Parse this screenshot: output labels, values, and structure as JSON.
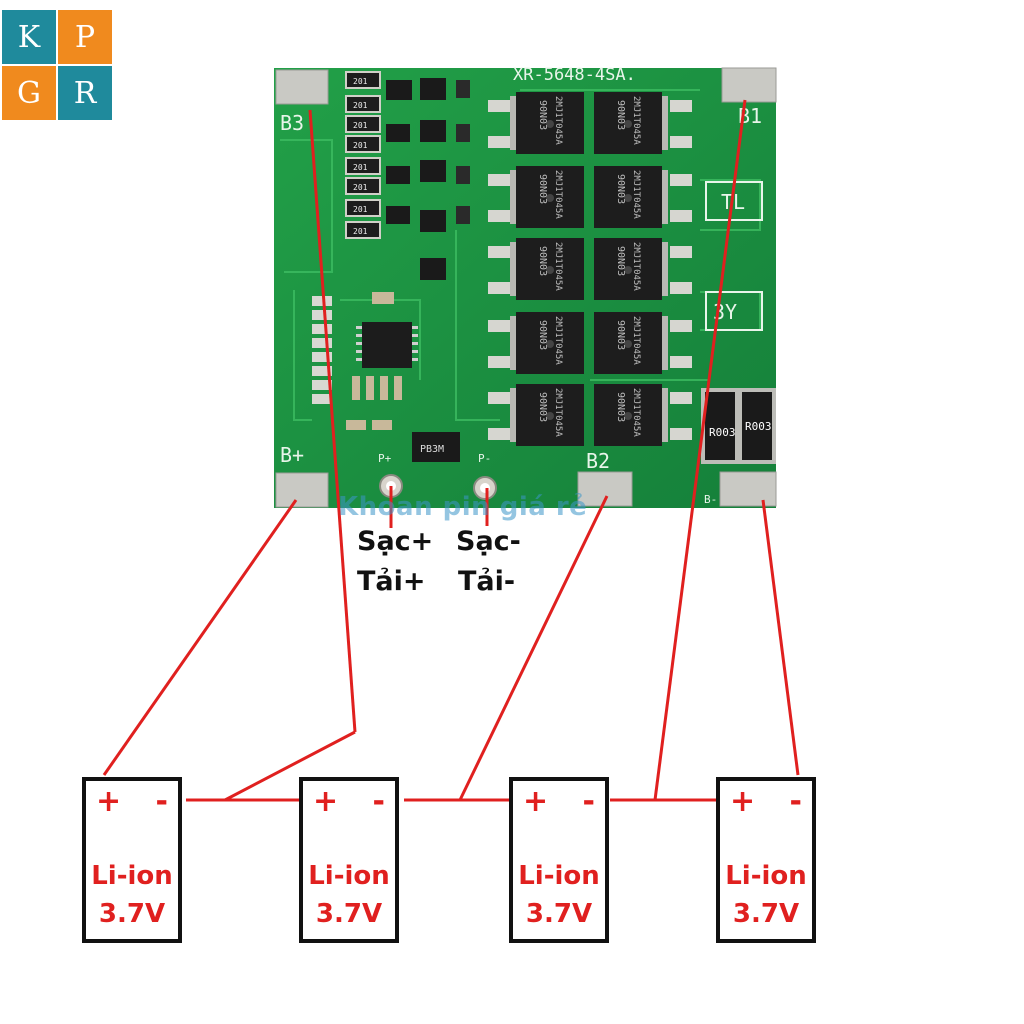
{
  "logo": {
    "k": "K",
    "p": "P",
    "g": "G",
    "r": "R"
  },
  "pcb": {
    "model": "XR-5648-4SA.",
    "pad_b3": "B3",
    "pad_b1": "B1",
    "pad_bplus": "B+",
    "pad_b2": "B2",
    "pad_bminus": "B-",
    "pad_pplus": "P+",
    "pad_pminus": "P-",
    "mark_tl": "TL",
    "mark_3y": "3Y",
    "mosfet_a": "90N03",
    "mosfet_b": "2MJ1T045A",
    "diode": "PB3M",
    "shunt": "R003",
    "resistor": "201"
  },
  "watermark": "Khoan pin giá rẻ",
  "labels": {
    "charge_plus": "Sạc+",
    "load_plus": "Tải+",
    "charge_minus": "Sạc-",
    "load_minus": "Tải-"
  },
  "batteries": [
    {
      "plus": "+",
      "minus": "-",
      "chem": "Li-ion",
      "volt": "3.7V"
    },
    {
      "plus": "+",
      "minus": "-",
      "chem": "Li-ion",
      "volt": "3.7V"
    },
    {
      "plus": "+",
      "minus": "-",
      "chem": "Li-ion",
      "volt": "3.7V"
    },
    {
      "plus": "+",
      "minus": "-",
      "chem": "Li-ion",
      "volt": "3.7V"
    }
  ],
  "colors": {
    "pcb": "#1f9440",
    "wire": "#e0201f",
    "logo_teal": "#1f8a9c",
    "logo_orange": "#f08a1e"
  }
}
